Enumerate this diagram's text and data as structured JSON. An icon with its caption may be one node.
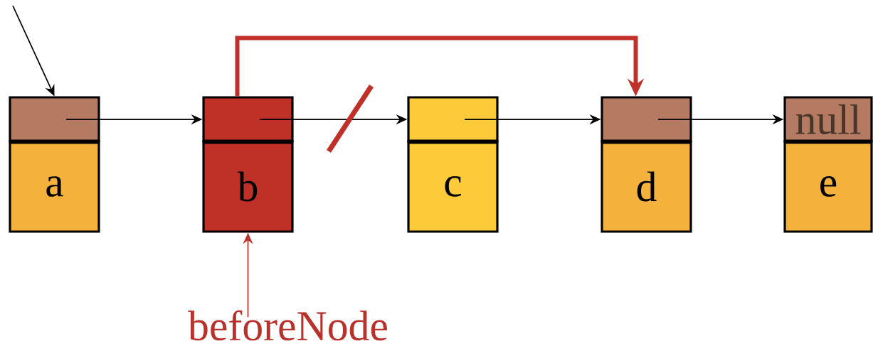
{
  "diagram": {
    "nodes": [
      {
        "text": [],
        "shape": "box"
      },
      {
        "text": [
          "a"
        ]
      },
      {
        "text": [],
        "shape": "box"
      },
      {
        "text": [
          "b"
        ]
      },
      {
        "text": [],
        "shape": "box"
      },
      {
        "text": [
          "c"
        ]
      },
      {
        "text": [],
        "shape": "box"
      },
      {
        "text": [
          "d"
        ]
      },
      {
        "text": [
          "null"
        ]
      },
      {
        "text": [
          "e"
        ]
      },
      {
        "text": [
          "beforeNode"
        ]
      }
    ],
    "edges": [
      {
        "from": null,
        "to": 0,
        "arrow": "to"
      },
      {
        "from": 0,
        "to": 2,
        "arrow": "to"
      },
      {
        "from": 2,
        "to": 4,
        "arrow": "to"
      },
      {
        "from": 4,
        "to": 6,
        "arrow": "to"
      },
      {
        "from": 6,
        "to": 8,
        "arrow": "to"
      },
      {
        "from": 2,
        "to": 6,
        "arrow": "to",
        "style": "thick",
        "color": "#c0312a"
      },
      {
        "from": 10,
        "to": 3,
        "arrow": "to",
        "color": "#c0312a"
      }
    ]
  }
}
